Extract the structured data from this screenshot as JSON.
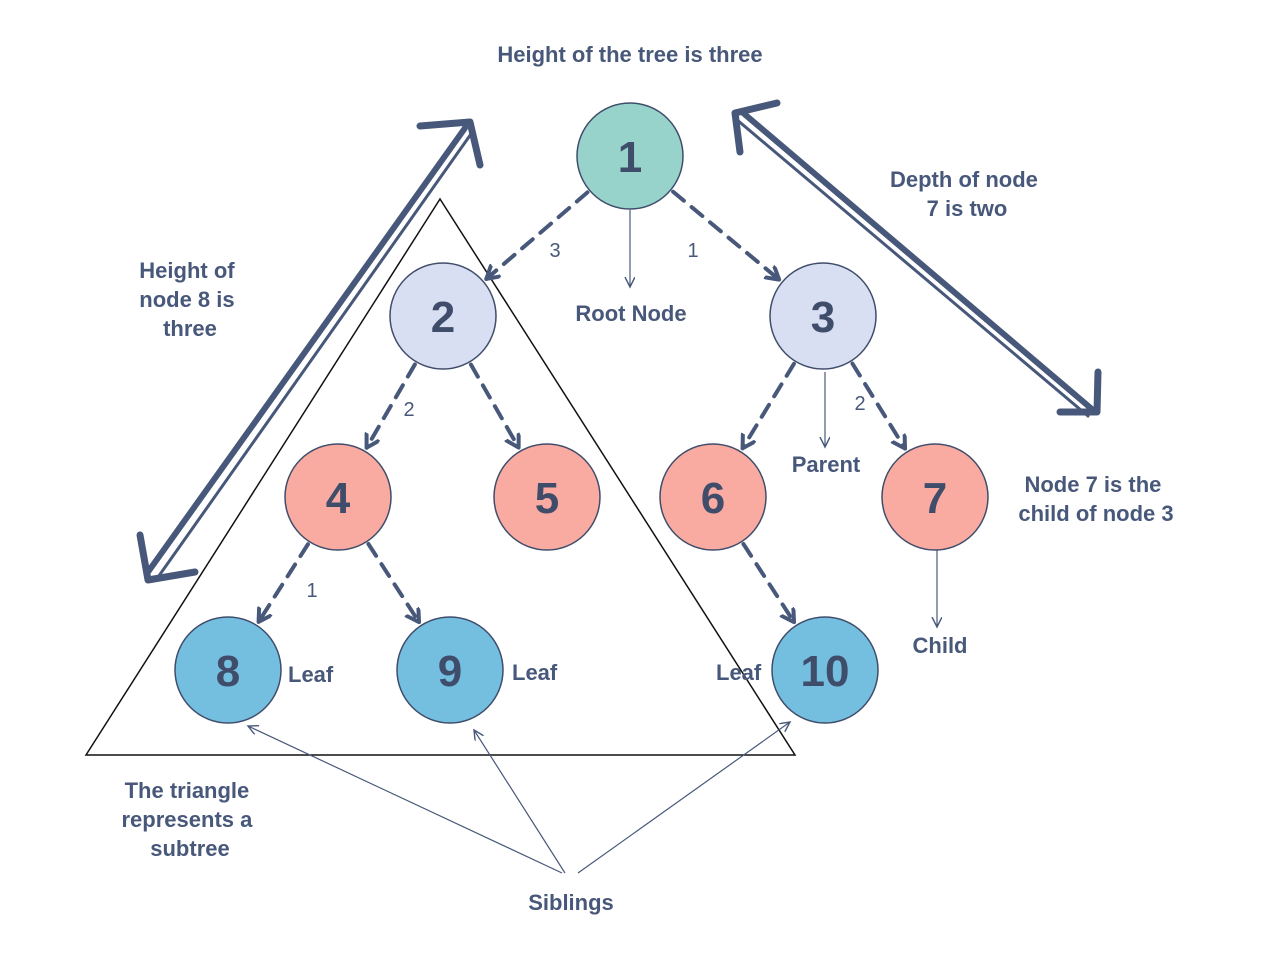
{
  "title": "Height of the tree is three",
  "nodes": [
    {
      "id": "1",
      "color": "#97d3cb"
    },
    {
      "id": "2",
      "color": "#d8dff2"
    },
    {
      "id": "3",
      "color": "#d8dff2"
    },
    {
      "id": "4",
      "color": "#f9aba1"
    },
    {
      "id": "5",
      "color": "#f9aba1"
    },
    {
      "id": "6",
      "color": "#f9aba1"
    },
    {
      "id": "7",
      "color": "#f9aba1"
    },
    {
      "id": "8",
      "color": "#74bedf"
    },
    {
      "id": "9",
      "color": "#74bedf"
    },
    {
      "id": "10",
      "color": "#74bedf"
    }
  ],
  "edges": [
    {
      "from": "1",
      "to": "2",
      "label": "3"
    },
    {
      "from": "1",
      "to": "3",
      "label": "1"
    },
    {
      "from": "2",
      "to": "4",
      "label": "2"
    },
    {
      "from": "2",
      "to": "5",
      "label": ""
    },
    {
      "from": "3",
      "to": "6",
      "label": ""
    },
    {
      "from": "3",
      "to": "7",
      "label": "2"
    },
    {
      "from": "4",
      "to": "8",
      "label": "1"
    },
    {
      "from": "4",
      "to": "9",
      "label": ""
    },
    {
      "from": "6",
      "to": "10",
      "label": ""
    }
  ],
  "labels": {
    "root_node": "Root Node",
    "parent": "Parent",
    "child": "Child",
    "leaf": "Leaf",
    "siblings": "Siblings",
    "height_node8": [
      "Height of",
      "node 8 is",
      "three"
    ],
    "depth_node7": [
      "Depth of node",
      "7 is two"
    ],
    "node7_child": [
      "Node 7 is the",
      "child of node 3"
    ],
    "triangle": [
      "The triangle",
      "represents a",
      "subtree"
    ]
  },
  "colors": {
    "text": "#48587a",
    "edge": "#48587a",
    "node_stroke": "#3f4d6b"
  }
}
